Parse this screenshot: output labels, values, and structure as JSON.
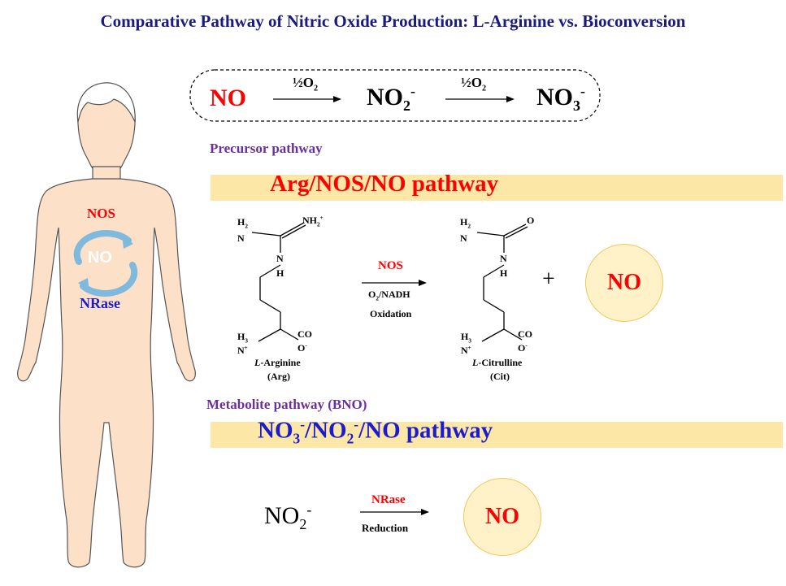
{
  "title": "Comparative Pathway of Nitric Oxide Production: L-Arginine vs. Bioconversion",
  "oxidation_box": {
    "no": "NO",
    "step1_label": "½O",
    "step1_sub": "2",
    "no2": "NO",
    "no2_sub": "2",
    "no2_sup": "-",
    "step2_label": "½O",
    "step2_sub": "2",
    "no3": "NO",
    "no3_sub": "3",
    "no3_sup": "-"
  },
  "body_figure": {
    "nos_label": "NOS",
    "no_label": "NO",
    "nrase_label": "NRase"
  },
  "precursor": {
    "section_label": "Precursor pathway",
    "band_title": "Arg/NOS/NO pathway",
    "arginine": {
      "h2": "H",
      "h2_sub": "2",
      "n": "N",
      "nh2": "NH",
      "nh2_sub": "2",
      "nh2_sup": "+",
      "nh_n": "N",
      "nh_h": "H",
      "h3": "H",
      "h3_sub": "3",
      "n_plus": "N",
      "n_plus_sup": "+",
      "co": "CO",
      "o_minus": "O",
      "o_minus_sup": "-",
      "name_prefix": "L",
      "name": "-Arginine",
      "abbr": "(Arg)"
    },
    "reaction": {
      "enzyme": "NOS",
      "cofactor_o": "O",
      "cofactor_sub": "2",
      "cofactor_rest": "/NADH",
      "type": "Oxidation"
    },
    "citrulline": {
      "h2": "H",
      "h2_sub": "2",
      "n": "N",
      "o": "O",
      "nh_n": "N",
      "nh_h": "H",
      "h3": "H",
      "h3_sub": "3",
      "n_plus": "N",
      "n_plus_sup": "+",
      "co": "CO",
      "o_minus": "O",
      "o_minus_sup": "-",
      "name_prefix": "L",
      "name": "-Citrulline",
      "abbr": "(Cit)"
    },
    "plus": "+",
    "product": "NO"
  },
  "metabolite": {
    "section_label": "Metabolite pathway (BNO)",
    "band_no3": "NO",
    "band_no3_sub": "3",
    "band_no3_sup": "-",
    "band_no2": "/NO",
    "band_no2_sub": "2",
    "band_no2_sup": "-",
    "band_rest": "/NO pathway",
    "substrate": "NO",
    "substrate_sub": "2",
    "substrate_sup": "-",
    "enzyme": "NRase",
    "type": "Reduction",
    "product": "NO"
  },
  "colors": {
    "title": "#1a1a80",
    "red": "#ff0000",
    "blue": "#1c1ccf",
    "purple": "#6a2f9a",
    "band": "#fde7a6",
    "skin": "#fde0c8",
    "cycle": "#7fb9dd"
  }
}
